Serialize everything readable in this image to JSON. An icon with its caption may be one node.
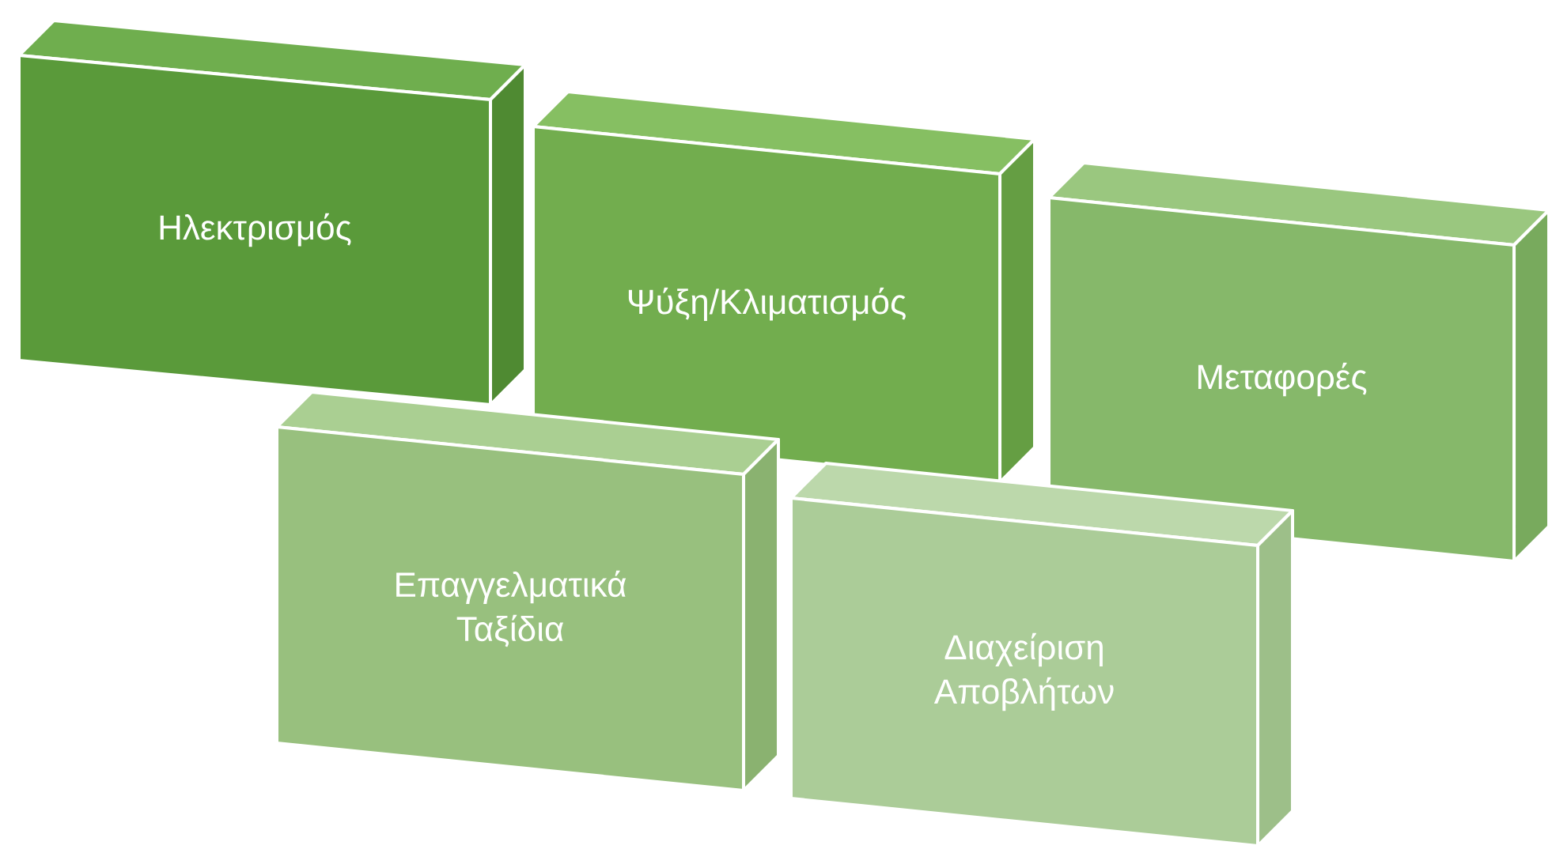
{
  "diagram": {
    "nodes": [
      {
        "text": [
          "Ηλεκτρισμός"
        ]
      },
      {
        "text": [
          "Ψύξη/Κλιματισμός"
        ]
      },
      {
        "text": [
          "Μεταφορές"
        ]
      },
      {
        "text": [
          "Επαγγελματικά Ταξίδια"
        ]
      },
      {
        "text": [
          "Διαχείριση Αποβλήτων"
        ]
      }
    ]
  }
}
